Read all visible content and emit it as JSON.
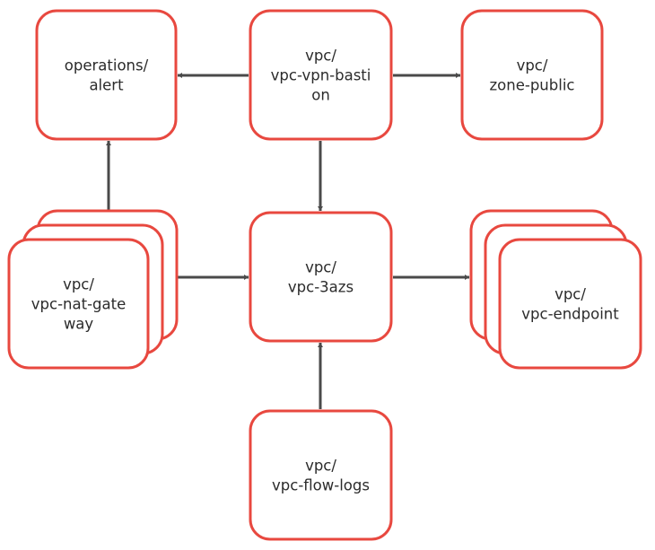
{
  "colors": {
    "node_border": "#e8483f",
    "node_fill": "#ffffff",
    "connector": "#4a4a4a",
    "text": "#2b2b2b"
  },
  "nodes": {
    "operations_alert": {
      "lines": [
        "operations/",
        "alert"
      ]
    },
    "vpc_vpn_bastion": {
      "lines": [
        "vpc/",
        "vpc-vpn-basti",
        "on"
      ]
    },
    "zone_public": {
      "lines": [
        "vpc/",
        "zone-public"
      ]
    },
    "vpc_nat_gateway": {
      "lines": [
        "vpc/",
        "vpc-nat-gate",
        "way"
      ],
      "stacked": true
    },
    "vpc_3azs": {
      "lines": [
        "vpc/",
        "vpc-3azs"
      ]
    },
    "vpc_endpoint": {
      "lines": [
        "vpc/",
        "vpc-endpoint"
      ],
      "stacked": true
    },
    "vpc_flow_logs": {
      "lines": [
        "vpc/",
        "vpc-flow-logs"
      ]
    }
  },
  "edges": [
    {
      "from": "vpc_vpn_bastion",
      "to": "operations_alert"
    },
    {
      "from": "vpc_vpn_bastion",
      "to": "zone_public"
    },
    {
      "from": "vpc_vpn_bastion",
      "to": "vpc_3azs"
    },
    {
      "from": "vpc_nat_gateway",
      "to": "operations_alert"
    },
    {
      "from": "vpc_nat_gateway",
      "to": "vpc_3azs"
    },
    {
      "from": "vpc_3azs",
      "to": "vpc_endpoint"
    },
    {
      "from": "vpc_flow_logs",
      "to": "vpc_3azs"
    }
  ]
}
